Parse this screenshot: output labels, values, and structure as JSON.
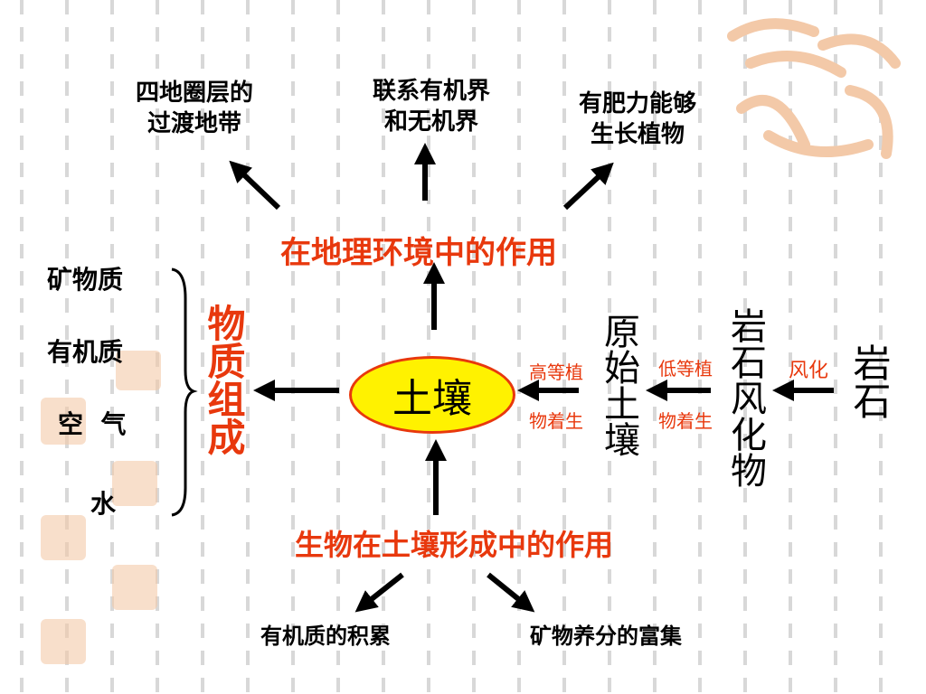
{
  "center": {
    "label": "土壤",
    "fill": "#fff200",
    "border": "#e8380d"
  },
  "top_role": {
    "title": "在地理环境中的作用",
    "items": [
      "四地圈层的\n过渡地带",
      "联系有机界\n和无机界",
      "有肥力能够\n生长植物"
    ]
  },
  "left": {
    "title": "物质组成",
    "items": [
      "矿物质",
      "有机质",
      "空  气",
      "水"
    ]
  },
  "bottom": {
    "title": "生物在土壤形成中的作用",
    "items": [
      "有机质的积累",
      "矿物养分的富集"
    ]
  },
  "right": {
    "stage1": "原始土壤",
    "stage2": "岩石风化物",
    "stage3": "岩石",
    "arrow1_top": "高等植",
    "arrow1_bottom": "物着生",
    "arrow2_top": "低等植",
    "arrow2_bottom": "物着生",
    "arrow3_top": "风化"
  },
  "colors": {
    "accent_red": "#e8380d",
    "black": "#000000",
    "seal": "#f3c9a8"
  }
}
